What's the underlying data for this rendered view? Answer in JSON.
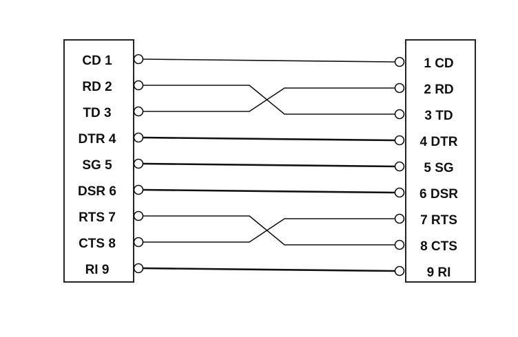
{
  "left_connector": {
    "pins": [
      {
        "label": "CD 1"
      },
      {
        "label": "RD 2"
      },
      {
        "label": "TD 3"
      },
      {
        "label": "DTR 4"
      },
      {
        "label": "SG 5"
      },
      {
        "label": "DSR 6"
      },
      {
        "label": "RTS 7"
      },
      {
        "label": "CTS 8"
      },
      {
        "label": "RI 9"
      }
    ]
  },
  "right_connector": {
    "pins": [
      {
        "label": "1 CD"
      },
      {
        "label": "2 RD"
      },
      {
        "label": "3 TD"
      },
      {
        "label": "4 DTR"
      },
      {
        "label": "5 SG"
      },
      {
        "label": "6 DSR"
      },
      {
        "label": "7 RTS"
      },
      {
        "label": "8 CTS"
      },
      {
        "label": "9 RI"
      }
    ]
  },
  "connections": [
    {
      "from": 1,
      "to": 1,
      "weight": "thin"
    },
    {
      "from": 2,
      "to": 3,
      "weight": "thin"
    },
    {
      "from": 3,
      "to": 2,
      "weight": "thin"
    },
    {
      "from": 4,
      "to": 4,
      "weight": "thick"
    },
    {
      "from": 5,
      "to": 5,
      "weight": "thick"
    },
    {
      "from": 6,
      "to": 6,
      "weight": "thick"
    },
    {
      "from": 7,
      "to": 8,
      "weight": "thin"
    },
    {
      "from": 8,
      "to": 7,
      "weight": "thin"
    },
    {
      "from": 9,
      "to": 9,
      "weight": "thick"
    }
  ],
  "colors": {
    "line": "#111111",
    "background": "#ffffff"
  }
}
